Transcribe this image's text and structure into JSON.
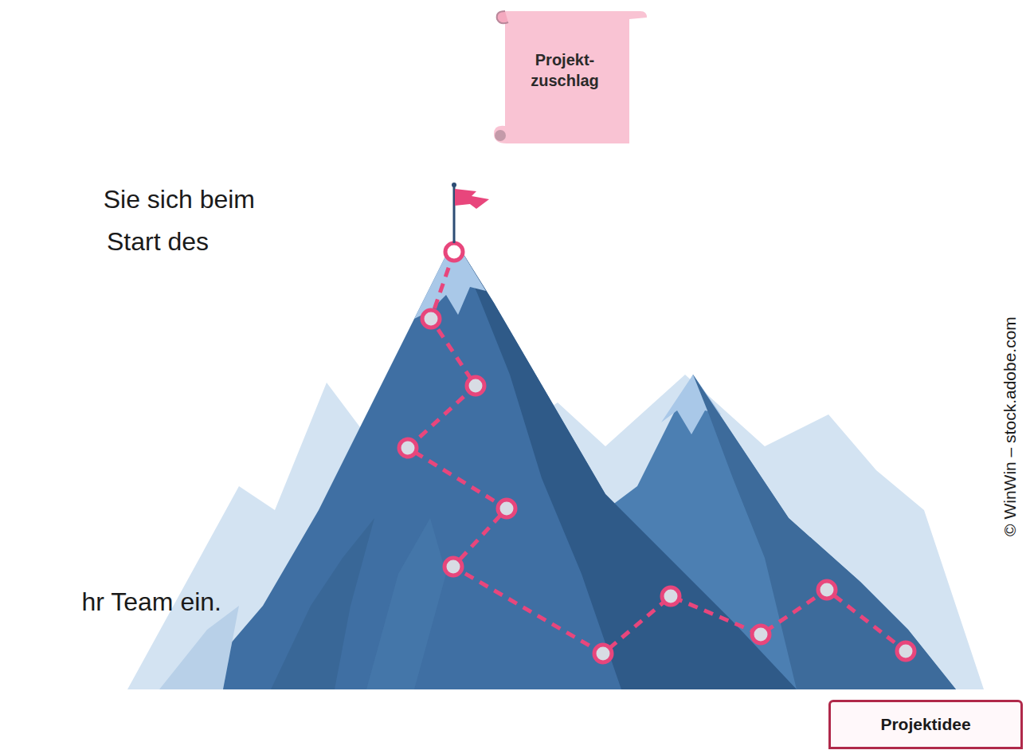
{
  "diagram": {
    "nodes": [
      {
        "text": [
          "Projekt- zuschlag"
        ]
      },
      {
        "text": [
          "Projektidee"
        ]
      }
    ],
    "labels": [
      "Sie sich beim",
      "Start des",
      "hr Team ein.",
      "© WinWin – stock.adobe.com"
    ]
  }
}
